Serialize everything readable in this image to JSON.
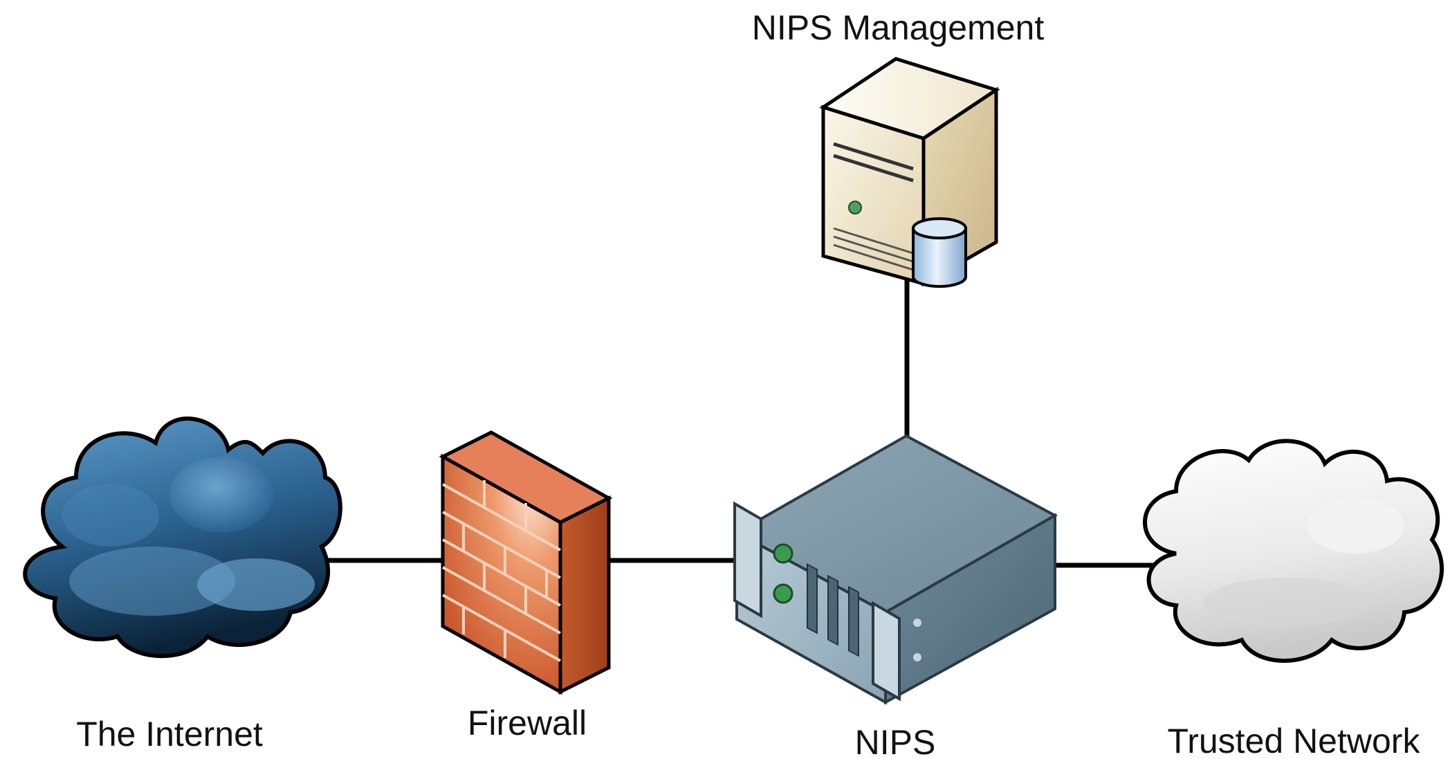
{
  "diagram": {
    "nodes": {
      "internet": {
        "label": "The Internet",
        "icon": "dark-cloud-icon"
      },
      "firewall": {
        "label": "Firewall",
        "icon": "brick-wall-firewall-icon"
      },
      "nips": {
        "label": "NIPS",
        "icon": "rack-appliance-icon"
      },
      "trusted": {
        "label": "Trusted Network",
        "icon": "light-cloud-icon"
      },
      "management": {
        "label": "NIPS Management",
        "icon": "server-with-database-icon"
      }
    },
    "edges": [
      {
        "from": "The Internet",
        "to": "Firewall"
      },
      {
        "from": "Firewall",
        "to": "NIPS"
      },
      {
        "from": "NIPS",
        "to": "Trusted Network"
      },
      {
        "from": "NIPS Management",
        "to": "NIPS"
      }
    ],
    "colors": {
      "line": "#000000",
      "internet_cloud": "#2d6a9a",
      "firewall": "#d4673a",
      "nips_body": "#7d97a6",
      "server_body": "#eadfc4",
      "trusted_cloud": "#e6e6e6"
    }
  }
}
